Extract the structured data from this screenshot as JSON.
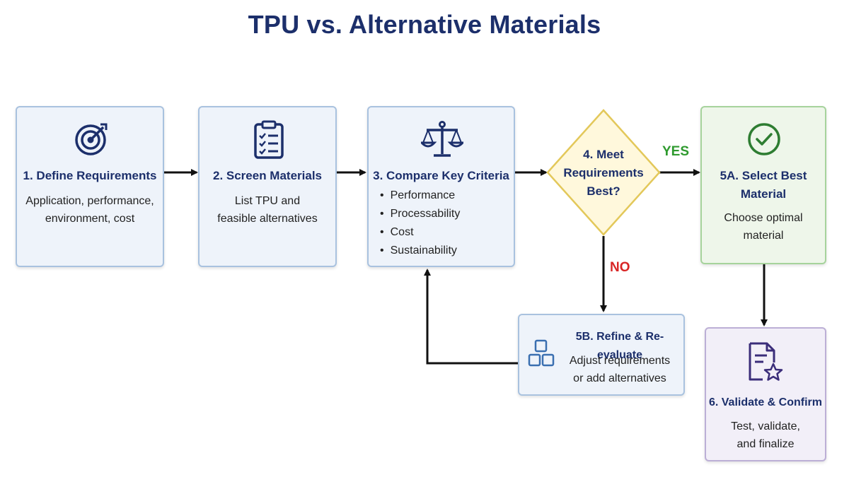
{
  "title": "TPU vs. Alternative Materials",
  "steps": {
    "define": {
      "title": "1. Define Requirements",
      "desc_lines": [
        "Application, performance,",
        "environment, cost"
      ],
      "icon": "target-icon"
    },
    "screen": {
      "title": "2. Screen Materials",
      "desc_lines": [
        "List TPU and",
        "feasible alternatives"
      ],
      "icon": "clipboard-checklist-icon"
    },
    "compare": {
      "title": "3. Compare Key Criteria",
      "criteria": [
        "Performance",
        "Processability",
        "Cost",
        "Sustainability"
      ],
      "icon": "scales-icon"
    },
    "decision": {
      "title_lines": [
        "4. Meet",
        "Requirements",
        "Best?"
      ],
      "yes_label": "YES",
      "no_label": "NO"
    },
    "select": {
      "title_lines": [
        "5A. Select Best",
        "Material"
      ],
      "desc_lines": [
        "Choose optimal",
        "material"
      ],
      "icon": "check-circle-icon"
    },
    "refine": {
      "title": "5B. Refine & Re-evaluate",
      "desc_lines": [
        "Adjust requirements",
        "or add alternatives"
      ],
      "icon": "blocks-icon"
    },
    "validate": {
      "title": "6. Validate & Confirm",
      "desc_lines": [
        "Test, validate,",
        "and finalize"
      ],
      "icon": "document-star-icon"
    }
  },
  "colors": {
    "navy": "#1c2f6b",
    "blue_border": "#a9c2df",
    "blue_fill": "#eef3fa",
    "green_border": "#a6d39c",
    "green_fill": "#eef6ea",
    "purple_border": "#bcafd6",
    "purple_fill": "#f2eff8",
    "diamond_border": "#e3c85a",
    "diamond_fill": "#fff8dc",
    "yes": "#2e9a2e",
    "no": "#d92626"
  }
}
